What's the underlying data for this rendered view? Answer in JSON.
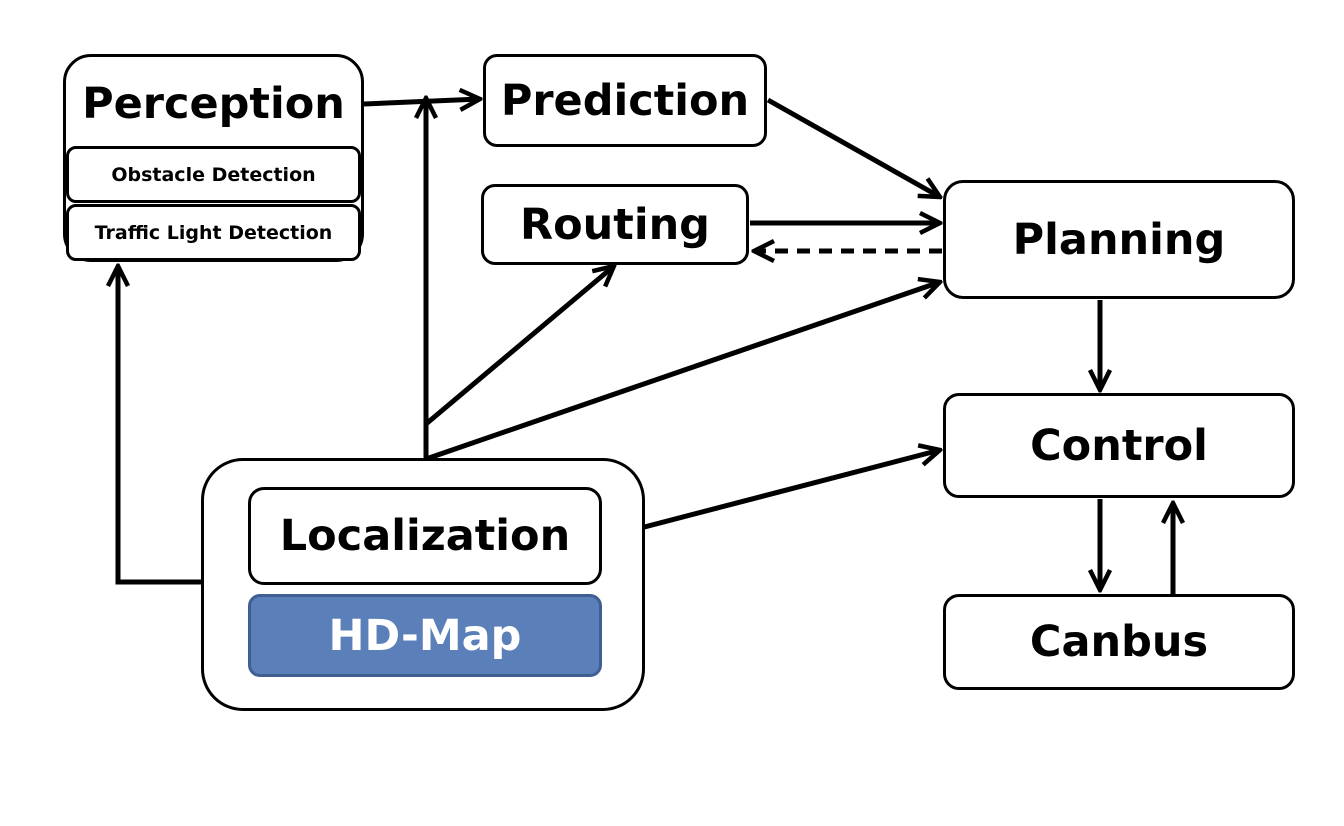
{
  "modules": {
    "perception": {
      "label": "Perception"
    },
    "obstacle_detection": {
      "label": "Obstacle Detection"
    },
    "traffic_light_detection": {
      "label": "Traffic Light Detection"
    },
    "prediction": {
      "label": "Prediction"
    },
    "routing": {
      "label": "Routing"
    },
    "planning": {
      "label": "Planning"
    },
    "control": {
      "label": "Control"
    },
    "canbus": {
      "label": "Canbus"
    },
    "localization": {
      "label": "Localization"
    },
    "hd_map": {
      "label": "HD-Map"
    }
  },
  "connections": [
    {
      "from": "Perception",
      "to": "Prediction",
      "style": "solid"
    },
    {
      "from": "Localization",
      "to": "Prediction",
      "style": "solid"
    },
    {
      "from": "Localization",
      "to": "Routing",
      "style": "solid"
    },
    {
      "from": "Localization",
      "to": "Planning",
      "style": "solid"
    },
    {
      "from": "Localization",
      "to": "Perception",
      "style": "solid"
    },
    {
      "from": "Localization",
      "to": "Control",
      "style": "solid"
    },
    {
      "from": "Prediction",
      "to": "Planning",
      "style": "solid"
    },
    {
      "from": "Routing",
      "to": "Planning",
      "style": "solid"
    },
    {
      "from": "Planning",
      "to": "Routing",
      "style": "dashed"
    },
    {
      "from": "Planning",
      "to": "Control",
      "style": "solid"
    },
    {
      "from": "Control",
      "to": "Canbus",
      "style": "solid"
    },
    {
      "from": "Canbus",
      "to": "Control",
      "style": "solid"
    }
  ],
  "colors": {
    "line": "#000000",
    "box_border": "#000000",
    "box_fill": "#ffffff",
    "hd_map_fill": "#5b7fb8",
    "hd_map_border": "#3f5f93",
    "hd_map_text": "#ffffff"
  }
}
